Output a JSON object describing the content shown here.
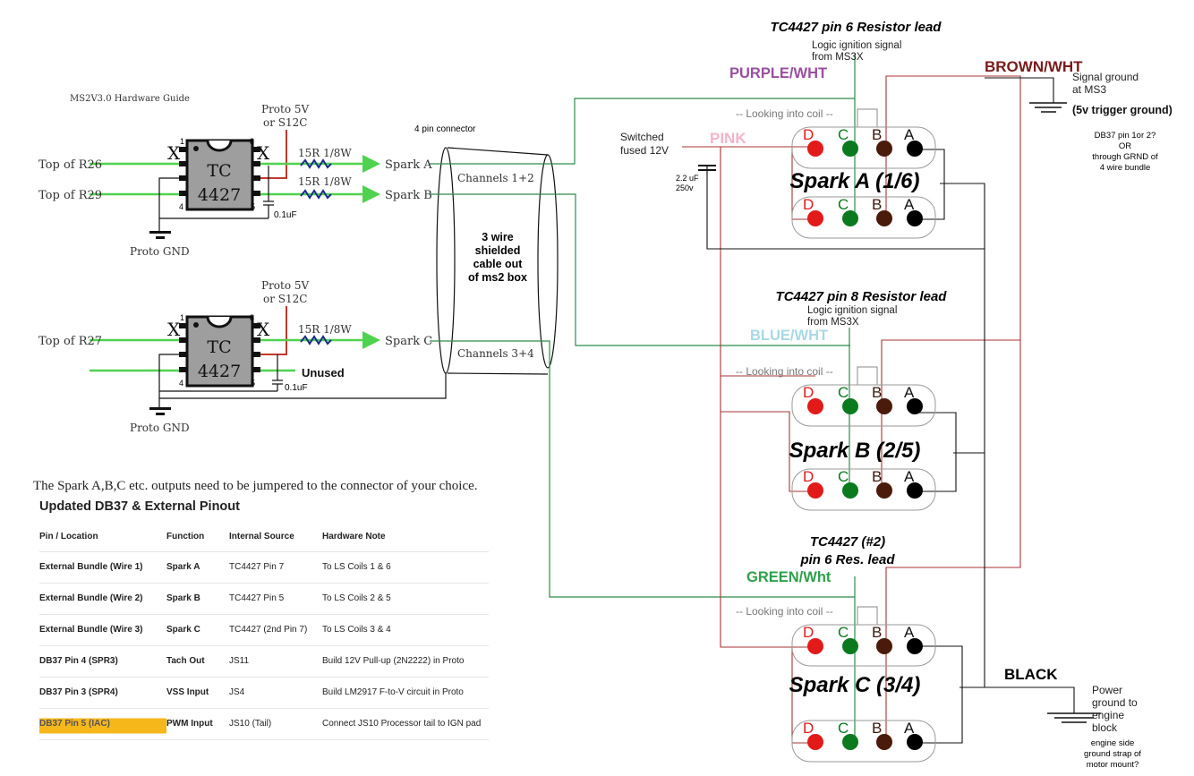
{
  "header": {
    "guide_title": "MS2V3.0 Hardware Guide"
  },
  "left_schematic": {
    "drivers": [
      {
        "chip_line1": "TC",
        "chip_line2": "4427",
        "supply_line1": "Proto 5V",
        "supply_line2": "or S12C",
        "inputs": [
          "Top of R26",
          "Top of R29"
        ],
        "resistors": [
          "15R 1/8W",
          "15R 1/8W"
        ],
        "outputs": [
          "Spark A",
          "Spark B"
        ],
        "cap": "0.1uF",
        "gnd": "Proto GND",
        "pins": [
          "1",
          "8",
          "4",
          "5"
        ],
        "nc": "X"
      },
      {
        "chip_line1": "TC",
        "chip_line2": "4427",
        "supply_line1": "Proto 5V",
        "supply_line2": "or S12C",
        "inputs": [
          "Top of R27"
        ],
        "resistors": [
          "15R 1/8W"
        ],
        "outputs": [
          "Spark C"
        ],
        "unused": "Unused",
        "cap": "0.1uF",
        "gnd": "Proto GND",
        "pins": [
          "1",
          "8",
          "4",
          "5"
        ],
        "nc": "X"
      }
    ]
  },
  "cable": {
    "connector_label": "4 pin connector",
    "channels_top": "Channels 1+2",
    "channels_bottom": "Channels 3+4",
    "description": [
      "3 wire",
      "shielded",
      "cable out",
      "of ms2 box"
    ]
  },
  "coils": {
    "pin_letters": [
      "D",
      "C",
      "B",
      "A"
    ],
    "pin_colors": [
      "#e21a1a",
      "#0b7a1e",
      "#4a1a0a",
      "#000000"
    ],
    "orientation_label": "-- Looking into coil --",
    "items": [
      {
        "title": "Spark A (1/6)",
        "lead_label": "TC4427 pin 6 Resistor lead",
        "lead_label2": "",
        "signal_note": [
          "Logic ignition signal",
          "from MS3X"
        ],
        "wire_color_label": "PURPLE/WHT",
        "wire_color": "#9a4fa0"
      },
      {
        "title": "Spark B (2/5)",
        "lead_label": "TC4427 pin 8 Resistor lead",
        "lead_label2": "",
        "signal_note": [
          "Logic ignition signal",
          "from MS3X"
        ],
        "wire_color_label": "BLUE/WHT",
        "wire_color": "#a8d8e6"
      },
      {
        "title": "Spark C (3/4)",
        "lead_label": "TC4427 (#2)",
        "lead_label2": "pin 6 Res. lead",
        "signal_note": [],
        "wire_color_label": "GREEN/Wht",
        "wire_color": "#2ea04a"
      }
    ]
  },
  "power": {
    "switched": [
      "Switched",
      "fused 12V"
    ],
    "pink_label": "PINK",
    "pink_color": "#f4b4c8",
    "cap": [
      "2.2 uF",
      "250v"
    ],
    "brown_label": "BROWN/WHT",
    "brown_color": "#7a1a1a",
    "signal_ground": [
      "Signal ground",
      "at MS3"
    ],
    "trigger_ground": "(5v trigger ground)",
    "db37_note": [
      "DB37 pin 1or 2?",
      "OR",
      "through GRND of",
      "4 wire bundle"
    ],
    "black_label": "BLACK",
    "power_ground": [
      "Power",
      "ground to",
      "engine",
      "block"
    ],
    "engine_note": [
      "engine side",
      "ground strap of",
      "motor mount?"
    ]
  },
  "note": "The Spark A,B,C etc. outputs need to be jumpered to the connector of your choice.",
  "pinout": {
    "title": "Updated DB37 & External Pinout",
    "columns": [
      "Pin / Location",
      "Function",
      "Internal Source",
      "Hardware Note"
    ],
    "rows": [
      [
        "External Bundle (Wire 1)",
        "Spark A",
        "TC4427 Pin 7",
        "To LS Coils 1 & 6"
      ],
      [
        "External Bundle (Wire 2)",
        "Spark B",
        "TC4427 Pin 5",
        "To LS Coils 2 & 5"
      ],
      [
        "External Bundle (Wire 3)",
        "Spark C",
        "TC4427 (2nd Pin 7)",
        "To LS Coils 3 & 4"
      ],
      [
        "DB37 Pin 4 (SPR3)",
        "Tach Out",
        "JS11",
        "Build 12V Pull-up (2N2222) in Proto"
      ],
      [
        "DB37 Pin 3 (SPR4)",
        "VSS Input",
        "JS4",
        "Build LM2917 F-to-V circuit in Proto"
      ],
      [
        "DB37 Pin 5 (IAC)",
        "PWM Input",
        "JS10 (Tail)",
        "Connect JS10 Processor tail to IGN pad"
      ]
    ]
  }
}
